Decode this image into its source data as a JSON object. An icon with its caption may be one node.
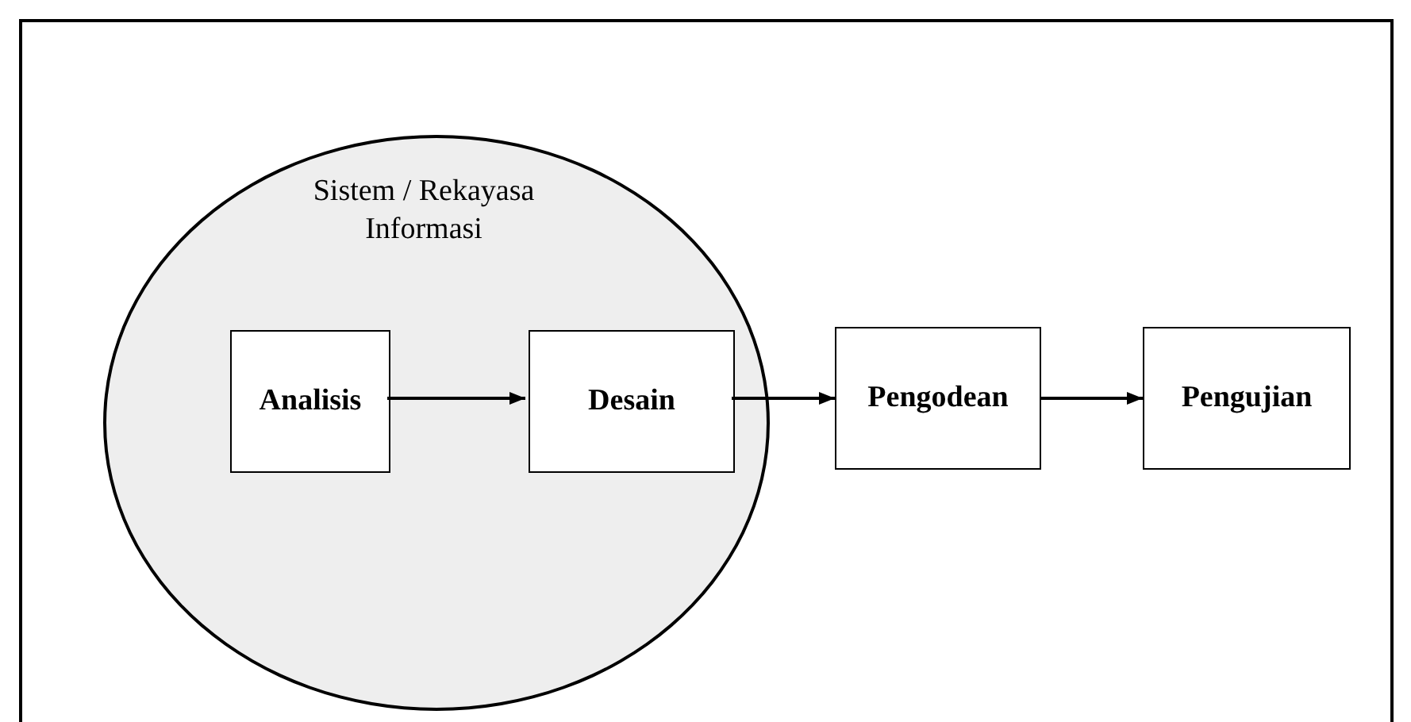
{
  "diagram": {
    "nodes": [
      {
        "text": [
          "Sistem / Rekayasa Informasi"
        ]
      },
      {
        "text": [
          "Analisis"
        ],
        "in": 0
      },
      {
        "text": [
          "Desain"
        ],
        "in": 0
      },
      {
        "text": [
          "Pengodean"
        ]
      },
      {
        "text": [
          "Pengujian"
        ]
      }
    ],
    "edges": [
      {
        "from": 1,
        "to": 2,
        "arrow": "to"
      },
      {
        "from": 2,
        "to": 3,
        "arrow": "to"
      },
      {
        "from": 3,
        "to": 4,
        "arrow": "to"
      }
    ]
  }
}
